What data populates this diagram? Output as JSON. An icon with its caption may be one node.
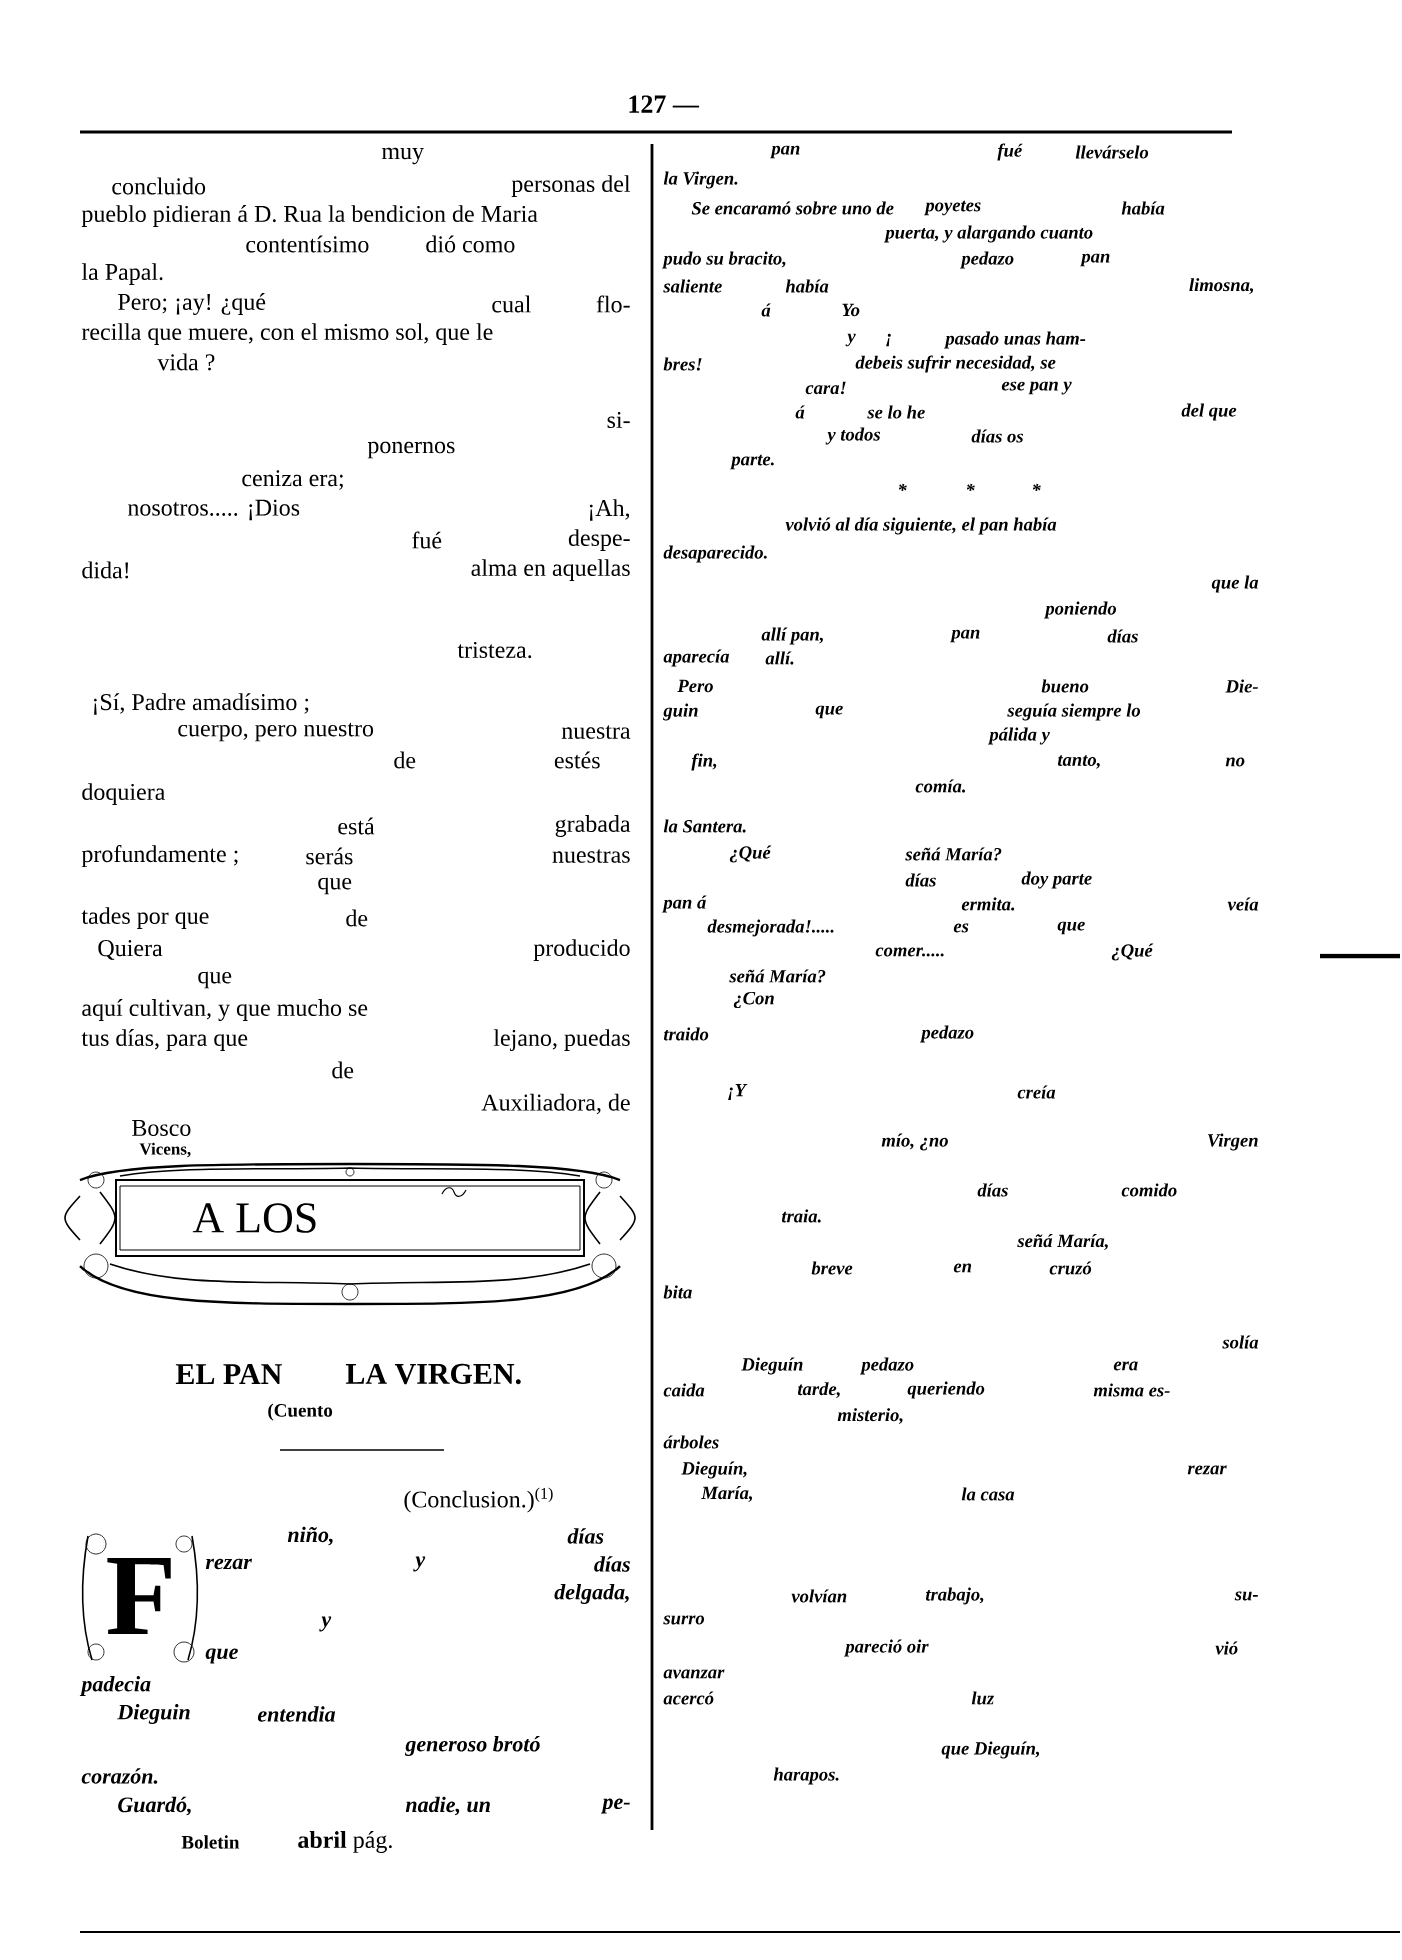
{
  "diagram": {
    "nodes": [
      {
        "text": [
          "A LOS"
        ]
      }
    ],
    "labels": [
      "127 —",
      "muy",
      "concluido",
      "personas del",
      "pueblo pidieran á D. Rua la bendicion de Maria",
      "contentísimo",
      "dió como",
      "la Papal.",
      "Pero; ¡ay! ¿qué",
      "cual",
      "flo-",
      "recilla que muere, con el mismo sol, que le",
      "vida ?",
      "si-",
      "ponernos",
      "ceniza era;",
      "nosotros..... ¡Dios",
      "¡Ah,",
      "fué",
      "despe-",
      "dida!",
      "alma en aquellas",
      "tristeza.",
      "¡Sí, Padre amadísimo ;",
      "cuerpo, pero nuestro",
      "nuestra",
      "de",
      "estés",
      "doquiera",
      "está",
      "grabada",
      "profundamente ;",
      "serás",
      "nuestras",
      "que",
      "tades por que",
      "de",
      "Quiera",
      "producido",
      "que",
      "aquí cultivan, y que mucho se",
      "tus días, para que",
      "lejano, puedas",
      "de",
      "Auxiliadora, de",
      "Bosco",
      "Vicens,",
      "EL PAN",
      "LA VIRGEN.",
      "(Cuento",
      "(Conclusion.)$^{(1)}$",
      "niño,",
      "días",
      "rezar",
      "y",
      "días",
      "delgada,",
      "y",
      "que",
      "padecia",
      "Dieguin",
      "entendia",
      "generoso brotó",
      "corazón.",
      "Guardó,",
      "nadie, un",
      "pe-",
      "Boletin",
      "**abril** pág.",
      "pan",
      "fué",
      "llevárselo",
      "la Virgen.",
      "Se encaramó sobre uno de",
      "poyetes",
      "había",
      "puerta, y alargando cuanto",
      "pudo su bracito,",
      "pedazo",
      "pan",
      "saliente",
      "había",
      "limosna,",
      "á",
      "Yo",
      "y",
      "¡",
      "pasado unas ham-",
      "bres!",
      "debeis sufrir necesidad, se",
      "cara!",
      "ese pan y",
      "á",
      "se lo he",
      "del que",
      "y todos",
      "días os",
      "parte.",
      "*",
      "*",
      "*",
      "volvió al día siguiente, el pan había",
      "desaparecido.",
      "que la",
      "poniendo",
      "allí pan,",
      "pan",
      "días",
      "aparecía",
      "allí.",
      "Pero",
      "bueno",
      "Die-",
      "guin",
      "que",
      "seguía siempre lo",
      "pálida y",
      "fin,",
      "tanto,",
      "no",
      "comía.",
      "la Santera.",
      "¿Qué",
      "señá María?",
      "días",
      "doy parte",
      "pan á",
      "ermita.",
      "veía",
      "desmejorada!.....",
      "es",
      "que",
      "comer.....",
      "¿Qué",
      "señá María?",
      "¿Con",
      "traido",
      "pedazo",
      "¡Y",
      "creía",
      "mío, ¿no",
      "Virgen",
      "días",
      "comido",
      "traia.",
      "señá María,",
      "breve",
      "en",
      "cruzó",
      "bita",
      "solía",
      "Dieguín",
      "pedazo",
      "era",
      "caida",
      "tarde,",
      "queriendo",
      "misma es-",
      "misterio,",
      "árboles",
      "Dieguín,",
      "rezar",
      "María,",
      "la casa",
      "volvían",
      "trabajo,",
      "su-",
      "surro",
      "pareció oir",
      "vió",
      "avanzar",
      "acercó",
      "luz",
      "que Dieguín,",
      "harapos.",
      "F"
    ]
  }
}
